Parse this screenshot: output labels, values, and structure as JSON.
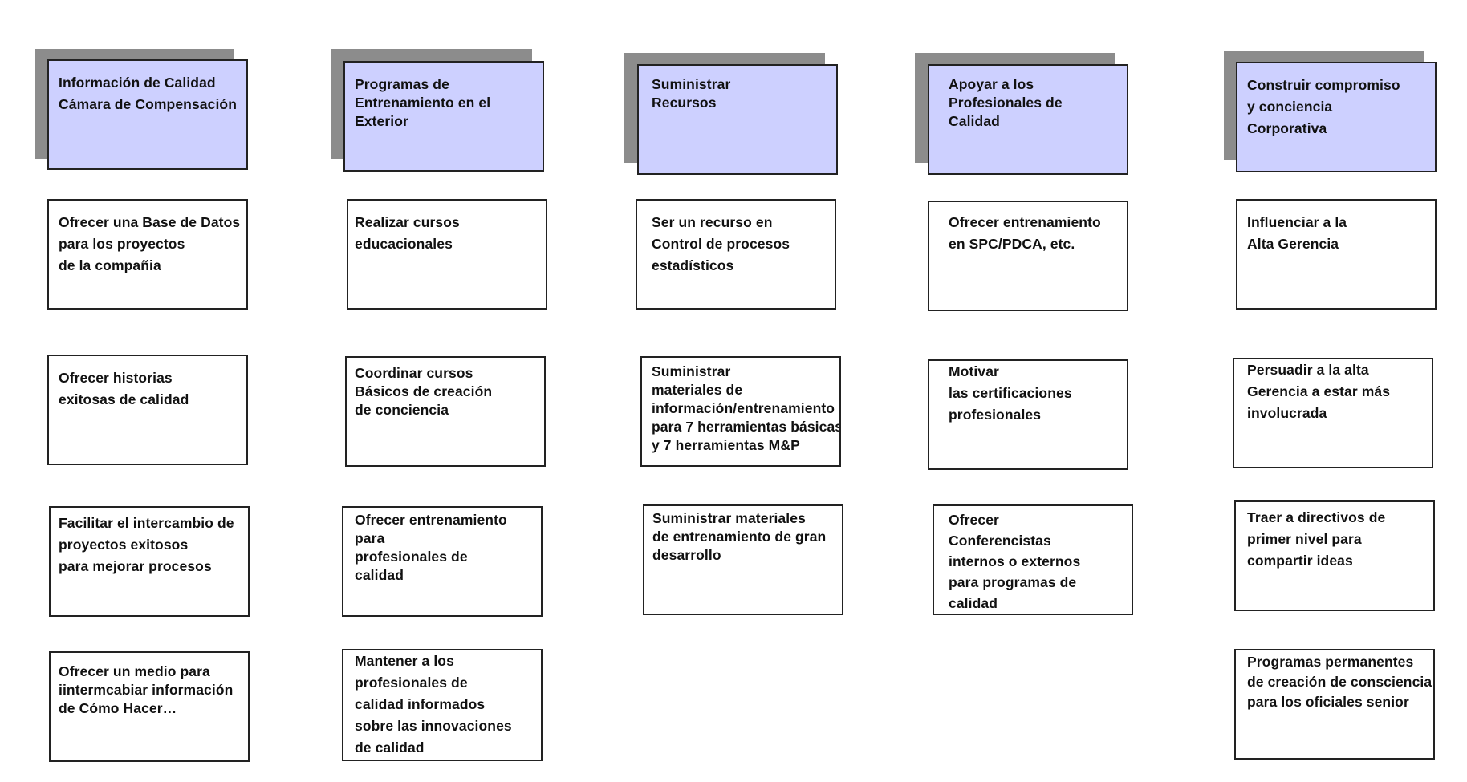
{
  "colors": {
    "header_fill": "#cdd0ff",
    "shadow": "#8c8c8c",
    "border": "#222222"
  },
  "columns": [
    {
      "header": "Información de Calidad\nCámara de Compensación",
      "items": [
        "Ofrecer una Base de Datos\npara los  proyectos\nde la compañia",
        "Ofrecer historias\nexitosas de calidad",
        "Facilitar el intercambio de\nproyectos exitosos\npara mejorar procesos",
        "Ofrecer un medio para\niintermcabiar información\nde Cómo Hacer…"
      ]
    },
    {
      "header": "Programas de\nEntrenamiento en el\nExterior",
      "items": [
        "Realizar cursos\neducacionales",
        "Coordinar cursos\nBásicos de creación\nde conciencia",
        "Ofrecer entrenamiento\npara\nprofesionales de\ncalidad",
        "Mantener a los\nprofesionales de\ncalidad informados\nsobre las innovaciones\nde calidad"
      ]
    },
    {
      "header": "Suministrar\nRecursos",
      "items": [
        "Ser un recurso en\nControl de procesos\nestadísticos",
        "Suministrar\nmateriales de\ninformación/entrenamiento\npara 7 herramientas básicas\n y 7 herramientas   M&P",
        "Suministrar materiales\nde entrenamiento de gran\ndesarrollo"
      ]
    },
    {
      "header": "Apoyar  a los\nProfesionales de\nCalidad",
      "items": [
        "Ofrecer entrenamiento\nen SPC/PDCA, etc.",
        "Motivar\nlas certificaciones\nprofesionales",
        "Ofrecer\nConferencistas\ninternos o externos\npara programas de\ncalidad"
      ]
    },
    {
      "header": "Construir compromiso\ny conciencia\nCorporativa",
      "items": [
        "Influenciar a la\nAlta Gerencia",
        "Persuadir a la alta\nGerencia a estar más\ninvolucrada",
        "Traer a directivos de\nprimer nivel para\ncompartir ideas",
        "Programas permanentes\nde creación de consciencia\npara los oficiales senior"
      ]
    }
  ]
}
